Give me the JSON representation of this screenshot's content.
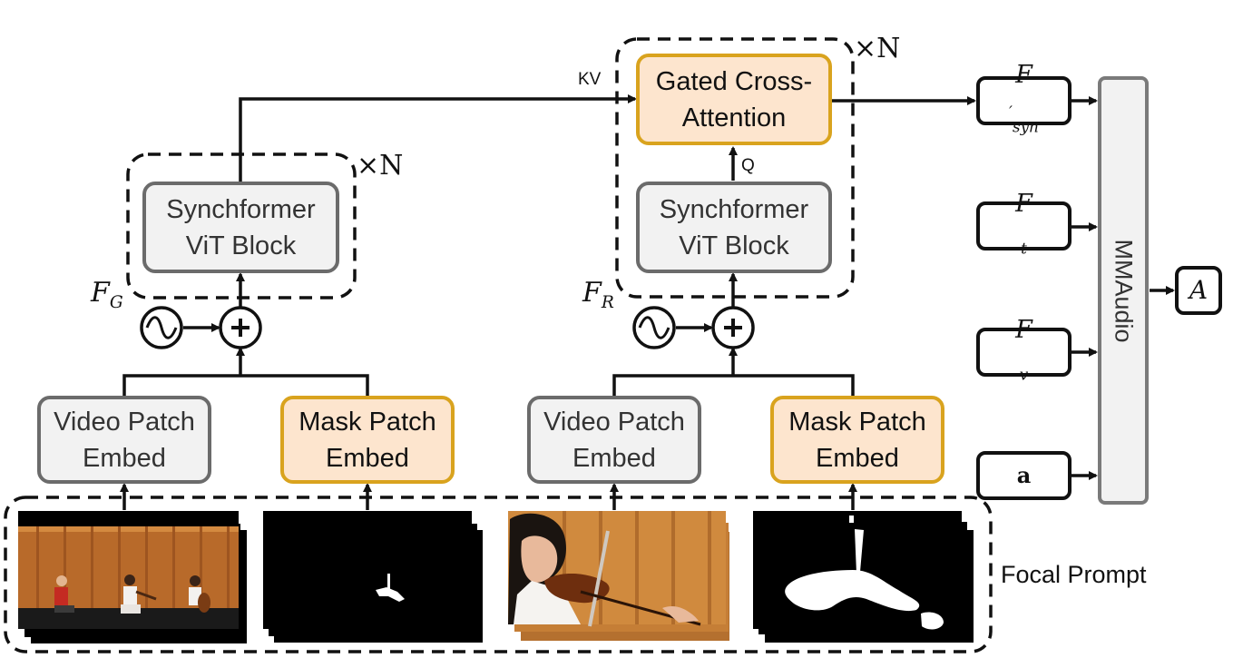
{
  "left_branch": {
    "vit_block": [
      "Synchformer",
      "ViT Block"
    ],
    "video_embed": [
      "Video Patch",
      "Embed"
    ],
    "mask_embed": [
      "Mask Patch",
      "Embed"
    ],
    "feature_symbol": "F",
    "feature_sub": "G",
    "repeat": "×N"
  },
  "right_branch": {
    "cross_attention": [
      "Gated Cross-",
      "Attention"
    ],
    "vit_block": [
      "Synchformer",
      "ViT Block"
    ],
    "video_embed": [
      "Video Patch",
      "Embed"
    ],
    "mask_embed": [
      "Mask Patch",
      "Embed"
    ],
    "feature_symbol": "F",
    "feature_sub": "R",
    "repeat": "×N",
    "kv_label": "KV",
    "q_label": "Q"
  },
  "mmaudio": {
    "label": "MMAudio",
    "inputs": [
      {
        "symbol": "F",
        "sub": "syn",
        "sup": "′"
      },
      {
        "symbol": "F",
        "sub": "t",
        "sup": ""
      },
      {
        "symbol": "F",
        "sub": "v",
        "sup": ""
      },
      {
        "symbol": "a",
        "sub": "",
        "sup": ""
      }
    ],
    "output": "A"
  },
  "focal_prompt_label": "Focal Prompt",
  "colors": {
    "gray_box_border": "#6b6b6b",
    "gray_box_fill": "#f2f2f2",
    "orange_border": "#d9a31e",
    "orange_fill": "#fde5ce",
    "line": "#111111",
    "stage_wood": "#c9782c",
    "stage_black": "#000000"
  }
}
